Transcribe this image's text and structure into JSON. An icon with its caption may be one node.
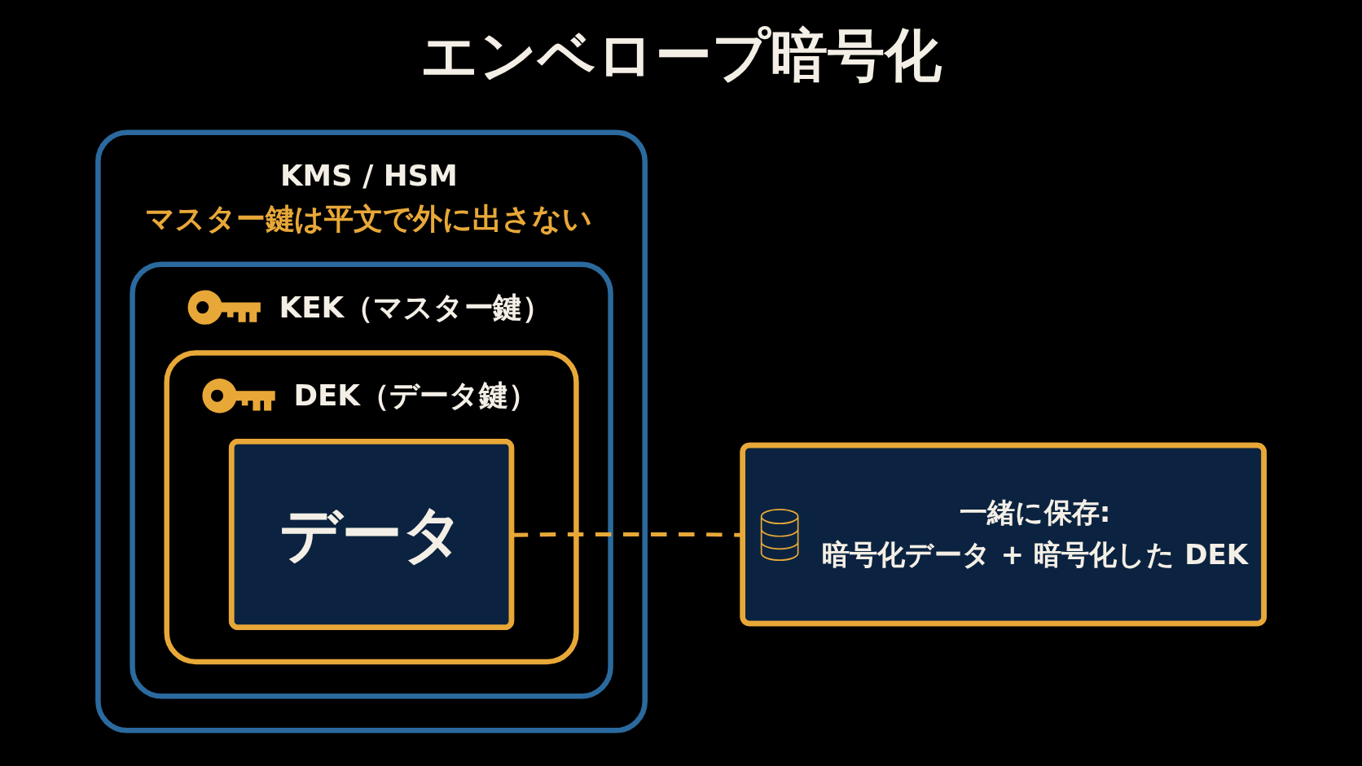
{
  "diagram": {
    "title": "エンベロープ暗号化",
    "nodes": [
      {
        "text": [
          "KMS / HSM",
          "マスター鍵は平文で外に出さない"
        ]
      },
      {
        "text": [
          "KEK（マスター鍵）"
        ],
        "in": 0
      },
      {
        "text": [
          "DEK（データ鍵）"
        ],
        "in": 1
      },
      {
        "text": [
          "データ"
        ],
        "in": 2
      },
      {
        "text": [
          "一緒に保存:",
          "暗号化データ + 暗号化した DEK"
        ]
      }
    ],
    "edges": [
      {
        "from": 3,
        "to": 4,
        "arrow": "none",
        "style": "dashed",
        "color": "#e8a838"
      }
    ]
  }
}
